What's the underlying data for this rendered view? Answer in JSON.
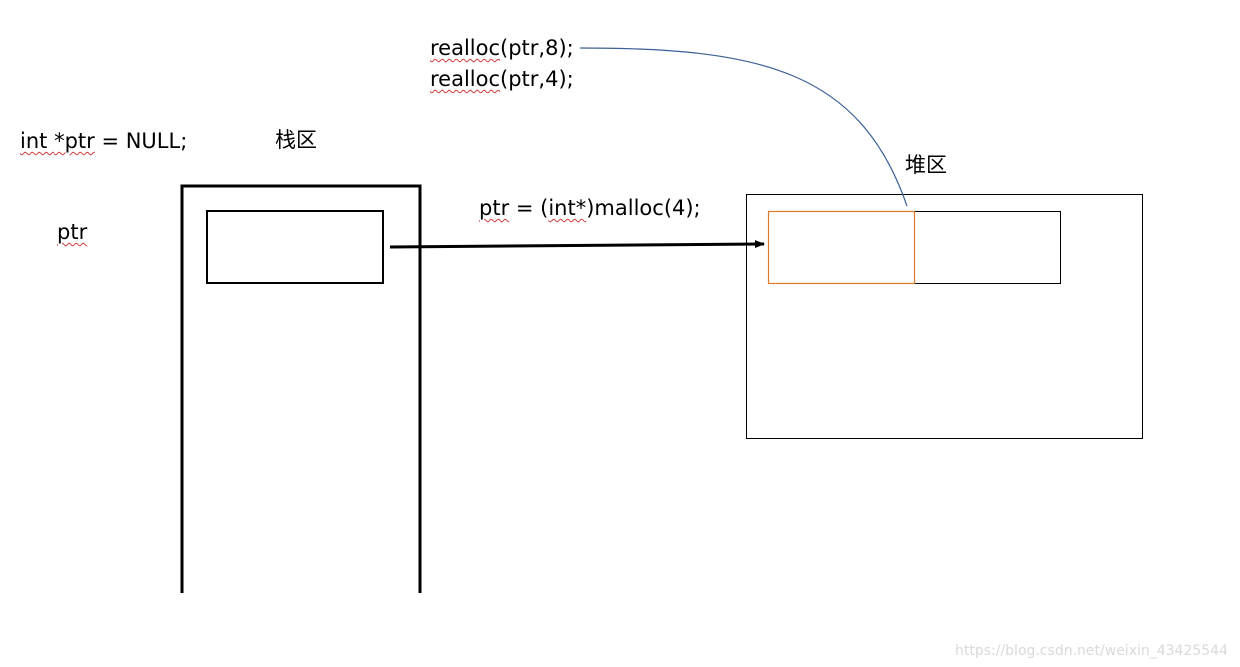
{
  "labels": {
    "declaration_prefix": "int ",
    "declaration_ptr": "*ptr",
    "declaration_suffix": " = NULL;",
    "stack_area": "栈区",
    "heap_area": "堆区",
    "pointer_name": "ptr",
    "malloc_ptr": "ptr",
    "malloc_mid": " = (",
    "malloc_int": "int*",
    "malloc_suffix": ")malloc(4);",
    "realloc_fn_1": "realloc",
    "realloc_args_1": "(ptr,8);",
    "realloc_fn_2": "realloc",
    "realloc_args_2": "(ptr,4);"
  },
  "watermark": "https://blog.csdn.net/weixin_43425544",
  "colors": {
    "stroke": "#000000",
    "orange_block": "#e07a2a",
    "curve": "#3b5f96",
    "spellcheck": "#d23a3a"
  }
}
